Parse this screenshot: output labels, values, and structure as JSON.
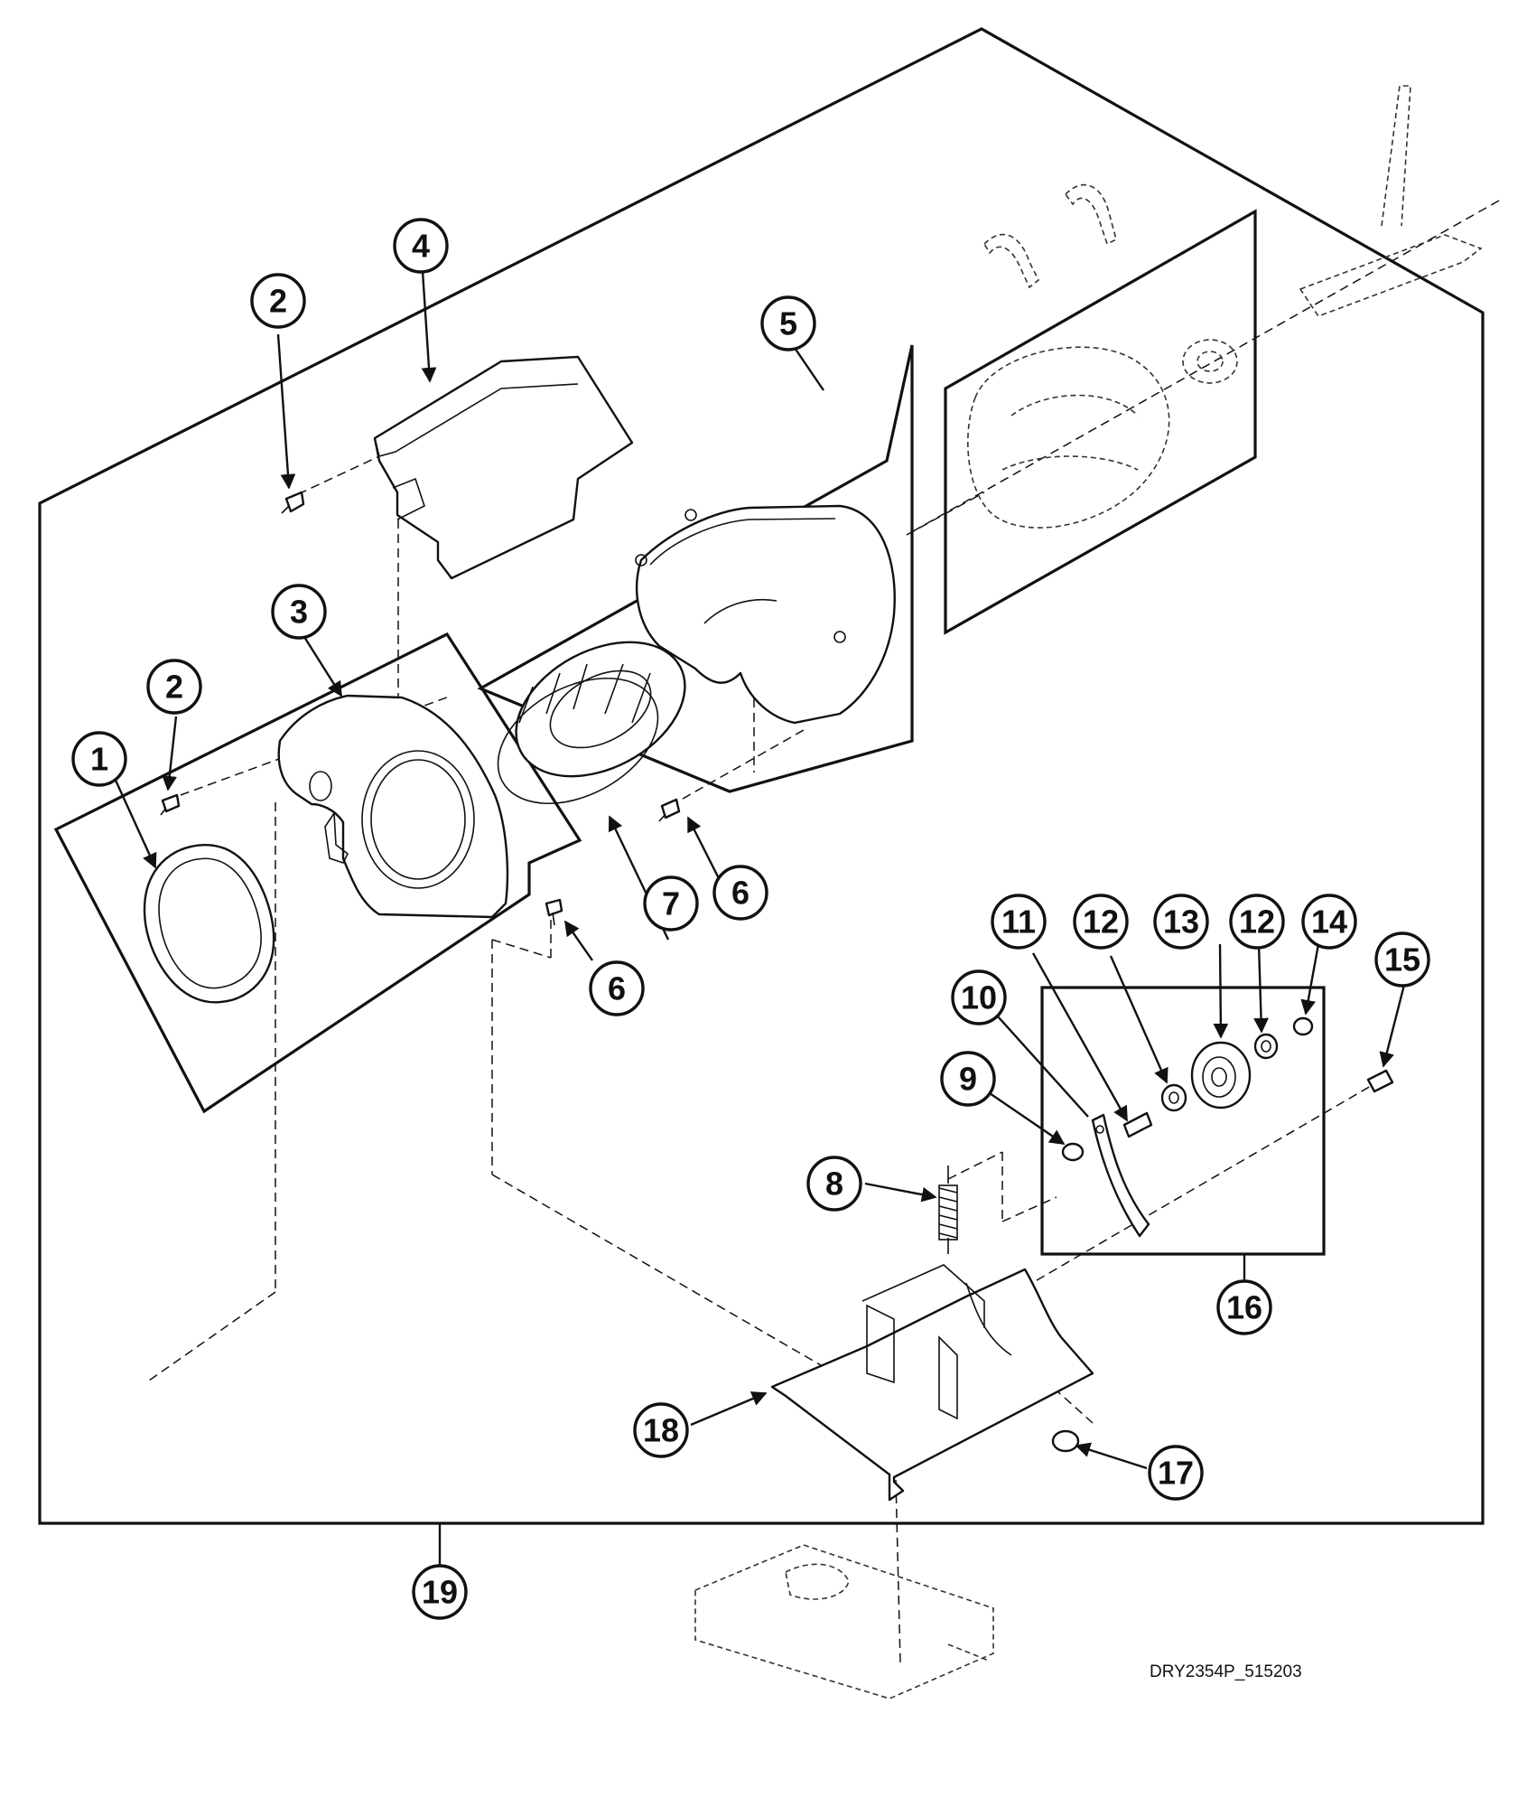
{
  "diagram": {
    "drawing_code": "DRY2354P_515203",
    "callouts": [
      {
        "id": "c1",
        "label": "1"
      },
      {
        "id": "c2a",
        "label": "2"
      },
      {
        "id": "c2b",
        "label": "2"
      },
      {
        "id": "c3",
        "label": "3"
      },
      {
        "id": "c4",
        "label": "4"
      },
      {
        "id": "c5",
        "label": "5"
      },
      {
        "id": "c6a",
        "label": "6"
      },
      {
        "id": "c6b",
        "label": "6"
      },
      {
        "id": "c7",
        "label": "7"
      },
      {
        "id": "c8",
        "label": "8"
      },
      {
        "id": "c9",
        "label": "9"
      },
      {
        "id": "c10",
        "label": "10"
      },
      {
        "id": "c11",
        "label": "11"
      },
      {
        "id": "c12a",
        "label": "12"
      },
      {
        "id": "c13",
        "label": "13"
      },
      {
        "id": "c12b",
        "label": "12"
      },
      {
        "id": "c14",
        "label": "14"
      },
      {
        "id": "c15",
        "label": "15"
      },
      {
        "id": "c16",
        "label": "16"
      },
      {
        "id": "c17",
        "label": "17"
      },
      {
        "id": "c18",
        "label": "18"
      },
      {
        "id": "c19",
        "label": "19"
      }
    ]
  }
}
